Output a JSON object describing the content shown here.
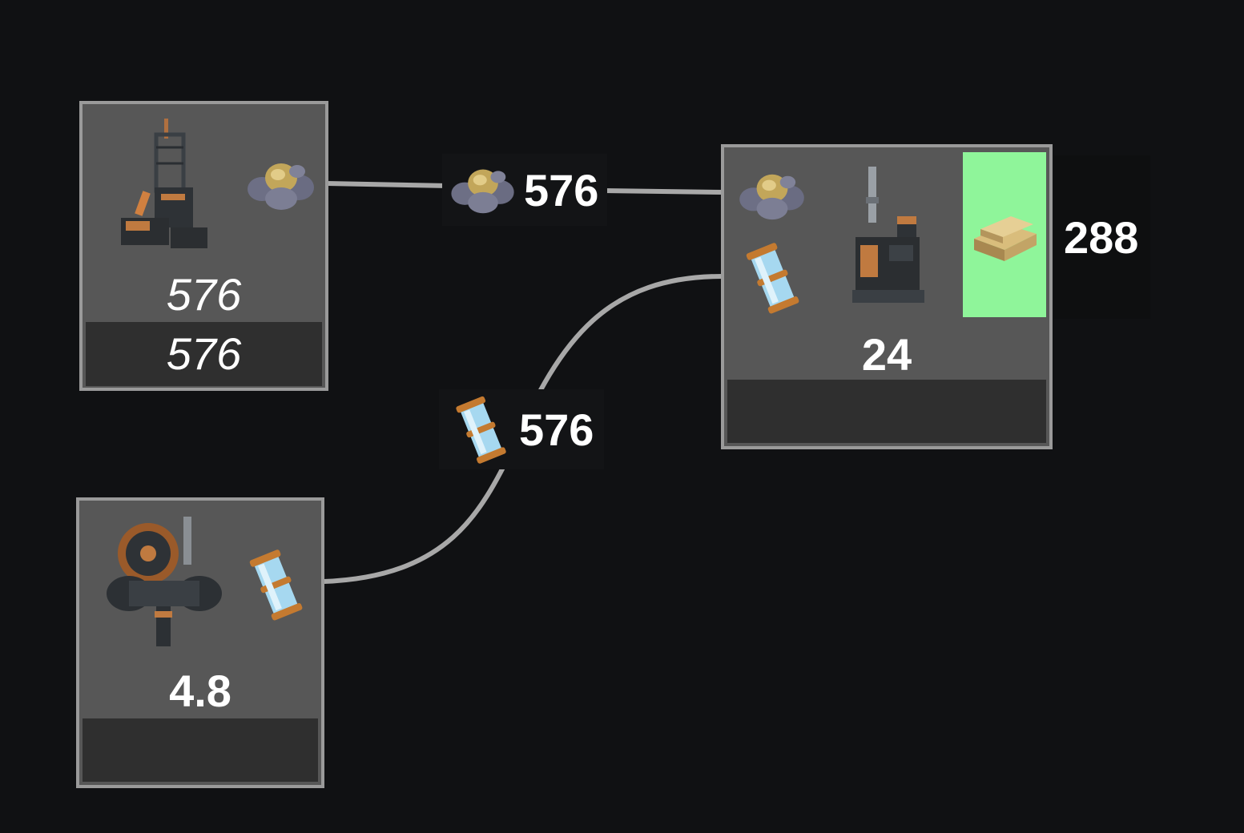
{
  "nodes": {
    "miner": {
      "building_icon": "miner-icon",
      "output_icon": "ore-icon",
      "rate": "576",
      "footer": "576"
    },
    "extractor": {
      "building_icon": "water-extractor-icon",
      "output_icon": "water-canister-icon",
      "rate": "4.8",
      "footer": ""
    },
    "refinery": {
      "building_icon": "refinery-icon",
      "input_icons": [
        "ore-icon",
        "water-canister-icon"
      ],
      "rate": "24",
      "footer": "",
      "output_icon": "ingot-icon",
      "output_rate": "288",
      "output_highlight": "#8ff59a"
    }
  },
  "edges": {
    "ore": {
      "icon": "ore-icon",
      "rate": "576"
    },
    "water": {
      "icon": "water-canister-icon",
      "rate": "576"
    }
  },
  "colors": {
    "background": "#101113",
    "node_fill": "#575757",
    "node_border": "#9a9a9a",
    "edge": "#9e9e9e"
  }
}
